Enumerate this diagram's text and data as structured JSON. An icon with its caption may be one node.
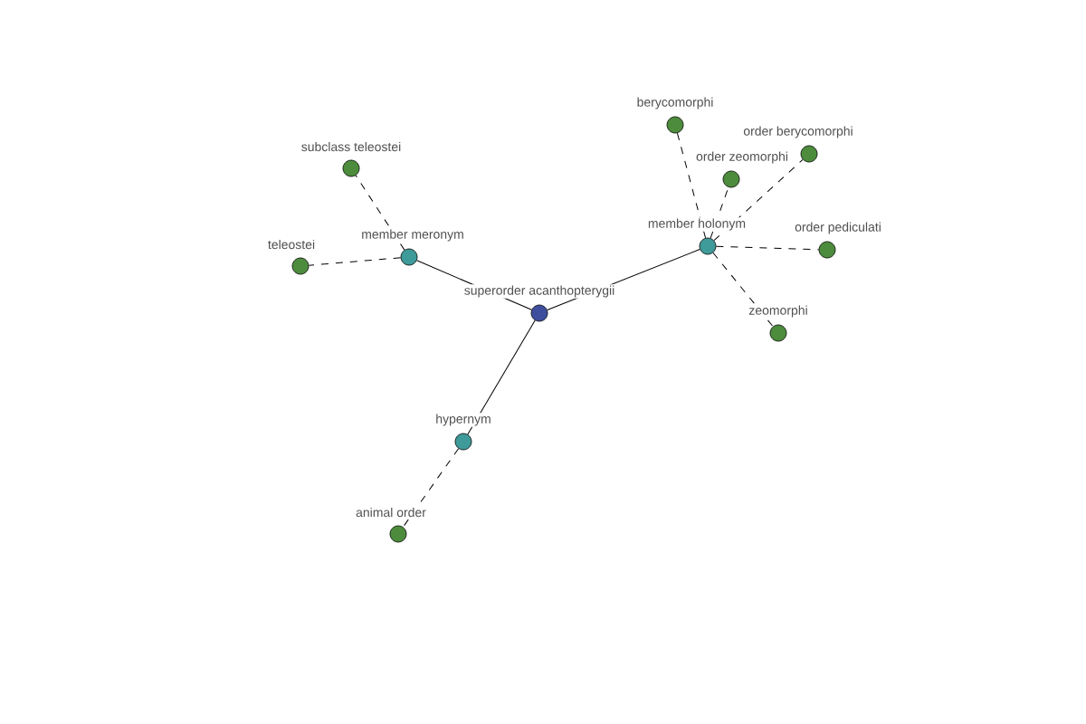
{
  "diagram": {
    "nodes": [
      {
        "text": [
          "superorder acanthopterygii"
        ]
      },
      {
        "text": [
          "member meronym"
        ]
      },
      {
        "text": [
          "member holonym"
        ]
      },
      {
        "text": [
          "hypernym"
        ]
      },
      {
        "text": [
          "subclass teleostei"
        ]
      },
      {
        "text": [
          "teleostei"
        ]
      },
      {
        "text": [
          "berycomorphi"
        ]
      },
      {
        "text": [
          "order berycomorphi"
        ]
      },
      {
        "text": [
          "order zeomorphi"
        ]
      },
      {
        "text": [
          "order pediculati"
        ]
      },
      {
        "text": [
          "zeomorphi"
        ]
      },
      {
        "text": [
          "animal order"
        ]
      }
    ],
    "edges": [
      {
        "from": 0,
        "to": 1,
        "arrow": "none"
      },
      {
        "from": 0,
        "to": 2,
        "arrow": "none"
      },
      {
        "from": 0,
        "to": 3,
        "arrow": "none"
      },
      {
        "from": 1,
        "to": 4,
        "arrow": "none",
        "style": "dashed"
      },
      {
        "from": 1,
        "to": 5,
        "arrow": "none",
        "style": "dashed"
      },
      {
        "from": 2,
        "to": 6,
        "arrow": "none",
        "style": "dashed"
      },
      {
        "from": 2,
        "to": 7,
        "arrow": "none",
        "style": "dashed"
      },
      {
        "from": 2,
        "to": 8,
        "arrow": "none",
        "style": "dashed"
      },
      {
        "from": 2,
        "to": 9,
        "arrow": "none",
        "style": "dashed"
      },
      {
        "from": 2,
        "to": 10,
        "arrow": "none",
        "style": "dashed"
      },
      {
        "from": 3,
        "to": 11,
        "arrow": "none",
        "style": "dashed"
      }
    ]
  }
}
